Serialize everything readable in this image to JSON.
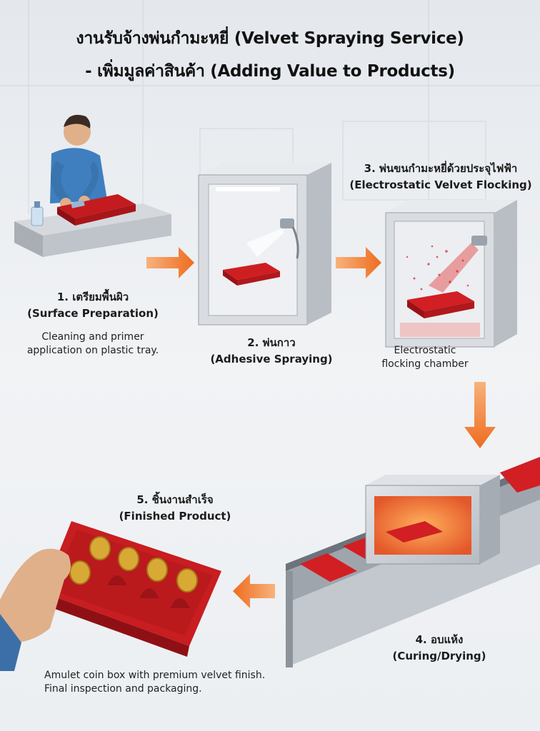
{
  "title": {
    "line1": "งานรับจ้างพ่นกำมะหยี่ (Velvet Spraying Service)",
    "line2": "- เพิ่มมูลค่าสินค้า (Adding Value to Products)"
  },
  "steps": [
    {
      "th": "1. เตรียมพื้นผิว",
      "en": "(Surface Preparation)",
      "desc": [
        "Cleaning and primer",
        "application on plastic tray."
      ]
    },
    {
      "th": "2. พ่นกาว",
      "en": "(Adhesive Spraying)",
      "desc": []
    },
    {
      "th": "3. พ่นขนกำมะหยี่ด้วยประจุไฟฟ้า",
      "en": "(Electrostatic Velvet Flocking)",
      "desc": [
        "Electrostatic",
        "flocking chamber"
      ]
    },
    {
      "th": "4. อบแห้ง",
      "en": "(Curing/Drying)",
      "desc": []
    },
    {
      "th": "5. ชิ้นงานสำเร็จ",
      "en": "(Finished Product)",
      "desc": []
    }
  ],
  "footer_note": [
    "Amulet coin box with premium velvet finish.",
    "Final inspection and packaging."
  ],
  "colors": {
    "velvet": "#d11f24",
    "arrow": "#f07a2a",
    "steel": "#cfd3d8",
    "background": "#eef0f3"
  }
}
